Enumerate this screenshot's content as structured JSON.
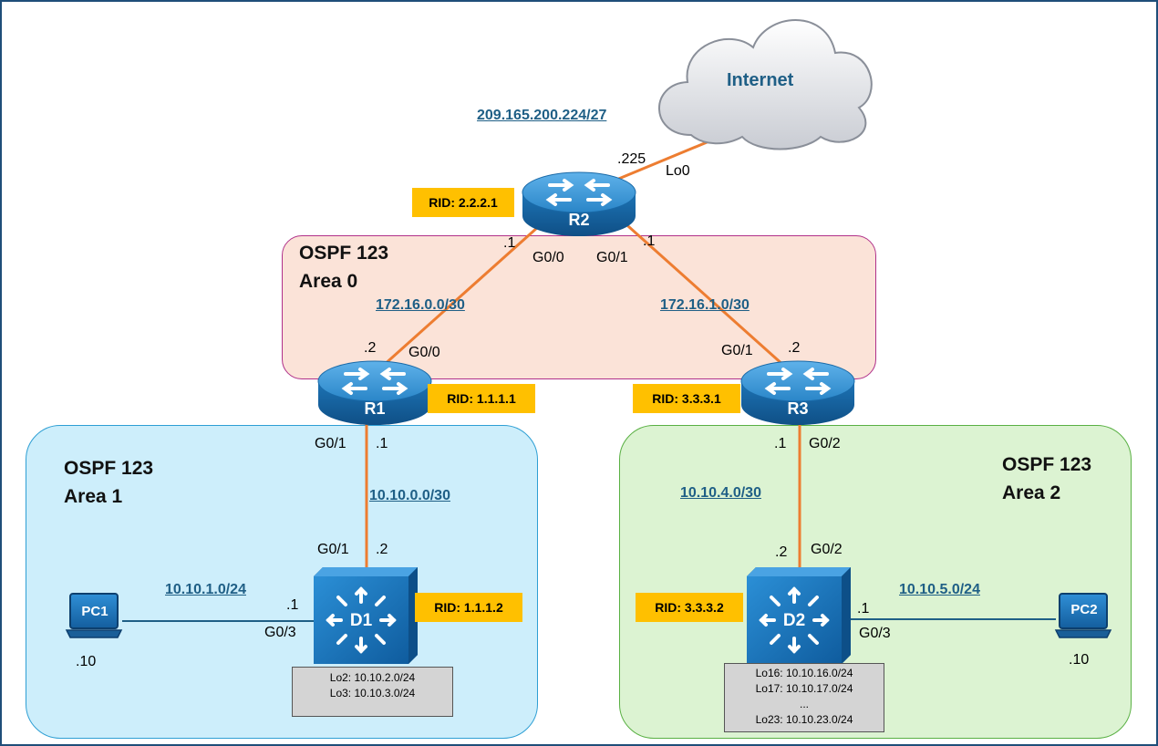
{
  "cloud": {
    "label": "Internet",
    "network": "209.165.200.224/27"
  },
  "areas": [
    {
      "line1": "OSPF 123",
      "line2": "Area 0"
    },
    {
      "line1": "OSPF 123",
      "line2": "Area 1"
    },
    {
      "line1": "OSPF 123",
      "line2": "Area 2"
    }
  ],
  "devices": {
    "r2": {
      "name": "R2",
      "rid": "RID: 2.2.2.1"
    },
    "r1": {
      "name": "R1",
      "rid": "RID: 1.1.1.1"
    },
    "r3": {
      "name": "R3",
      "rid": "RID: 3.3.3.1"
    },
    "d1": {
      "name": "D1",
      "rid": "RID: 1.1.1.2",
      "loopbacks": [
        "Lo2: 10.10.2.0/24",
        "Lo3: 10.10.3.0/24"
      ]
    },
    "d2": {
      "name": "D2",
      "rid": "RID: 3.3.3.2",
      "loopbacks": [
        "Lo16: 10.10.16.0/24",
        "Lo17: 10.10.17.0/24",
        "...",
        "Lo23: 10.10.23.0/24"
      ]
    },
    "pc1": {
      "name": "PC1",
      "host": ".10"
    },
    "pc2": {
      "name": "PC2",
      "host": ".10"
    }
  },
  "links": {
    "r2_internet": {
      "r2_addr": ".225",
      "r2_if": "Lo0"
    },
    "r1_r2": {
      "network": "172.16.0.0/30",
      "r2_addr": ".1",
      "r2_if": "G0/0",
      "r1_addr": ".2",
      "r1_if": "G0/0"
    },
    "r2_r3": {
      "network": "172.16.1.0/30",
      "r2_addr": ".1",
      "r2_if": "G0/1",
      "r3_addr": ".2",
      "r3_if": "G0/1"
    },
    "r1_d1": {
      "network": "10.10.0.0/30",
      "r1_addr": ".1",
      "r1_if": "G0/1",
      "d1_addr": ".2",
      "d1_if": "G0/1"
    },
    "r3_d2": {
      "network": "10.10.4.0/30",
      "r3_addr": ".1",
      "r3_if": "G0/2",
      "d2_addr": ".2",
      "d2_if": "G0/2"
    },
    "d1_pc1": {
      "network": "10.10.1.0/24",
      "d1_addr": ".1",
      "d1_if": "G0/3"
    },
    "d2_pc2": {
      "network": "10.10.5.0/24",
      "d2_addr": ".1",
      "d2_if": "G0/3"
    }
  },
  "colors": {
    "wan_link": "#ed7d31",
    "lan_link": "#1f5f86",
    "rid_fill": "#ffc000",
    "router_blue": "#1b74b8"
  }
}
